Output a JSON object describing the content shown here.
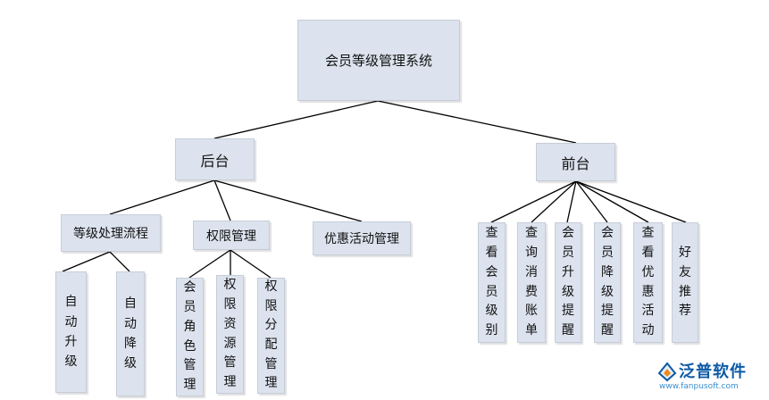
{
  "diagram": {
    "root": "会员等级管理系统",
    "backend": {
      "label": "后台",
      "children": [
        {
          "label": "等级处理流程",
          "children": [
            "自动升级",
            "自动降级"
          ]
        },
        {
          "label": "权限管理",
          "children": [
            "会员角色管理",
            "权限资源管理",
            "权限分配管理"
          ]
        },
        {
          "label": "优惠活动管理"
        }
      ]
    },
    "frontend": {
      "label": "前台",
      "children": [
        "查看会员级别",
        "查询消费账单",
        "会员升级提醒",
        "会员降级提醒",
        "查看优惠活动",
        "好友推荐"
      ]
    }
  },
  "logo": {
    "brand": "泛普软件",
    "url": "www.fanpusoft.com"
  },
  "colors": {
    "box_fill": "#dce3ee",
    "line": "#000000",
    "brand": "#0d5aa6"
  }
}
